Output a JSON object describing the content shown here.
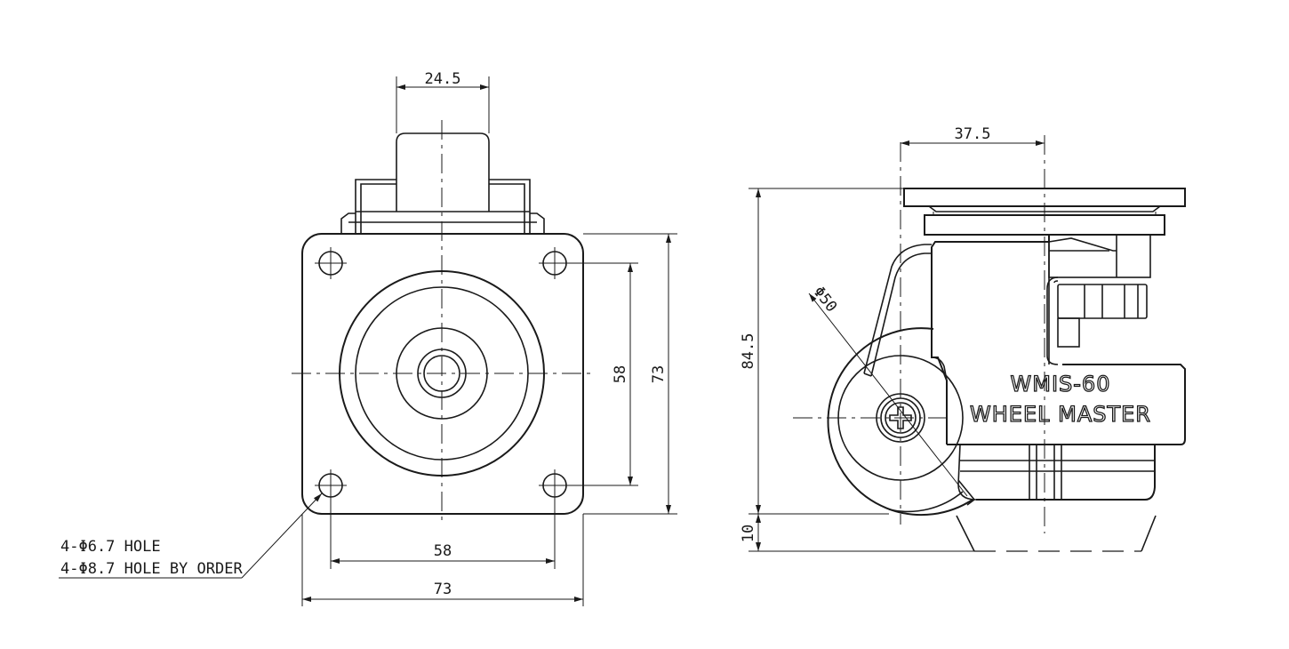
{
  "front_view": {
    "dim_top_width": "24.5",
    "dim_hole_pitch_h": "58",
    "dim_plate_width": "73",
    "dim_hole_pitch_v": "58",
    "dim_plate_height": "73",
    "note_line_1": "4-Φ6.7 HOLE",
    "note_line_2": "4-Φ8.7 HOLE BY ORDER"
  },
  "side_view": {
    "dim_offset": "37.5",
    "dim_total_height": "84.5",
    "dim_lift": "10",
    "dim_wheel_dia": "Φ50",
    "brand_model": "WMIS-60",
    "brand_name": "WHEEL MASTER"
  }
}
